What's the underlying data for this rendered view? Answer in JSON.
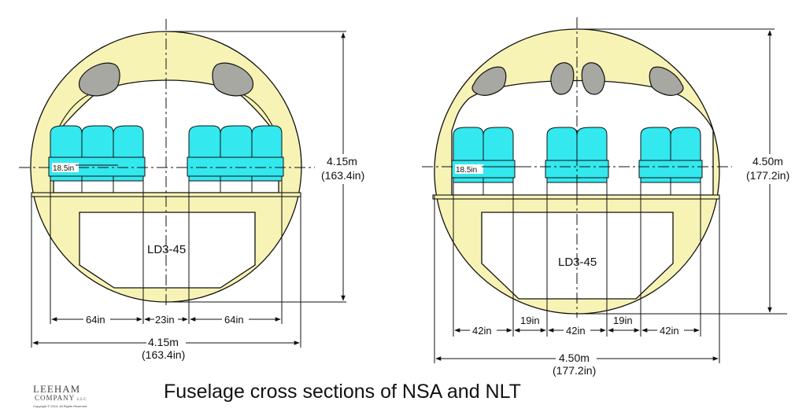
{
  "caption": "Fuselage cross sections of NSA and NLT",
  "logo": {
    "line1": "LEEHAM",
    "line2": "COMPANY",
    "suffix": "LLC",
    "copyright": "Copyright © 2014, All Rights Reserved"
  },
  "colors": {
    "fuselage_fill": "#f7f3b5",
    "seat_fill": "#33e8ee",
    "bin_fill": "#a8a8a2",
    "outline": "#111111"
  },
  "nsa": {
    "cargo_label": "LD3-45",
    "seat_width_label": "18.5in",
    "height_label": "4.15m",
    "height_sub": "(163.4in)",
    "width_label": "4.15m",
    "width_sub": "(163.4in)",
    "bay_left": "64in",
    "aisle": "23in",
    "bay_right": "64in"
  },
  "nlt": {
    "cargo_label": "LD3-45",
    "seat_width_label": "18.5in",
    "height_label": "4.50m",
    "height_sub": "(177.2in)",
    "width_label": "4.50m",
    "width_sub": "(177.2in)",
    "bay_left": "42in",
    "aisle_left": "19in",
    "bay_center": "42in",
    "aisle_right": "19in",
    "bay_right": "42in"
  }
}
